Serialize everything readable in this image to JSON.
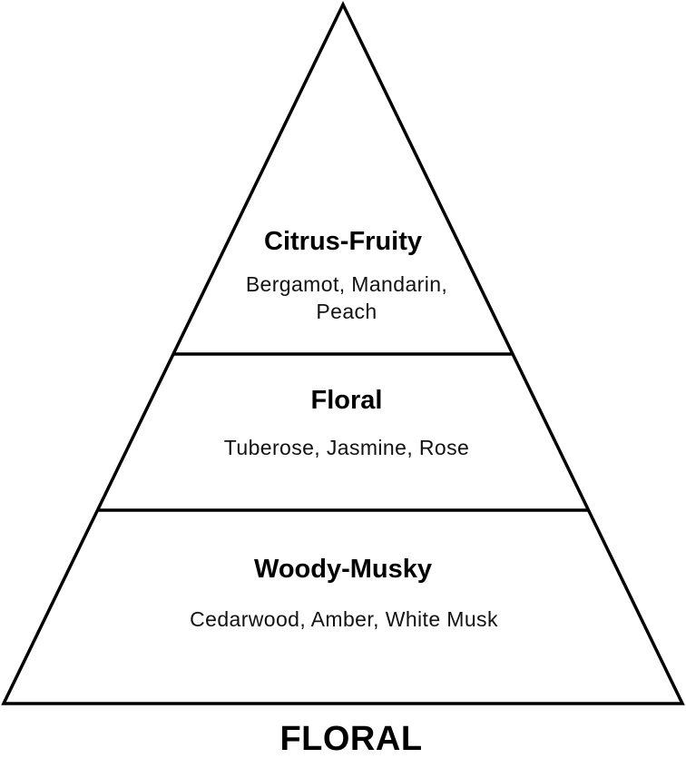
{
  "pyramid": {
    "tiers": [
      {
        "title": "Citrus-Fruity",
        "notes_line1": "Bergamot, Mandarin,",
        "notes_line2": "Peach"
      },
      {
        "title": "Floral",
        "notes_line1": "Tuberose, Jasmine, Rose"
      },
      {
        "title": "Woody-Musky",
        "notes_line1": "Cedarwood, Amber, White Musk"
      }
    ],
    "footer_label": "FLORAL",
    "stroke_color": "#000000",
    "fill_color": "#ffffff"
  }
}
